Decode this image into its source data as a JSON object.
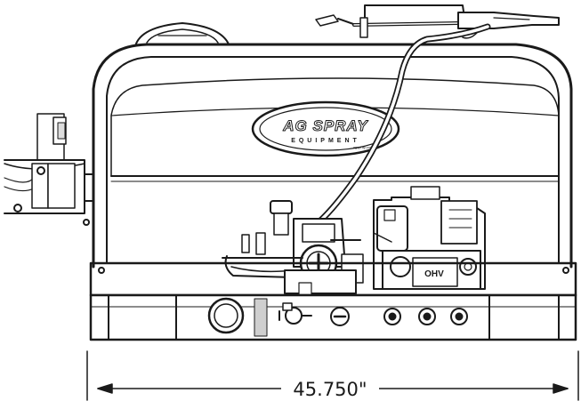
{
  "logo": {
    "brand_line1": "AG SPRAY",
    "brand_line2": "EQUIPMENT",
    "website": "agspray.com"
  },
  "engine": {
    "brand": "OHV"
  },
  "dimension": {
    "width_label": "45.750\""
  },
  "colors": {
    "line": "#1a1a1a",
    "fill": "#ffffff",
    "shade": "#cfcfcf"
  }
}
